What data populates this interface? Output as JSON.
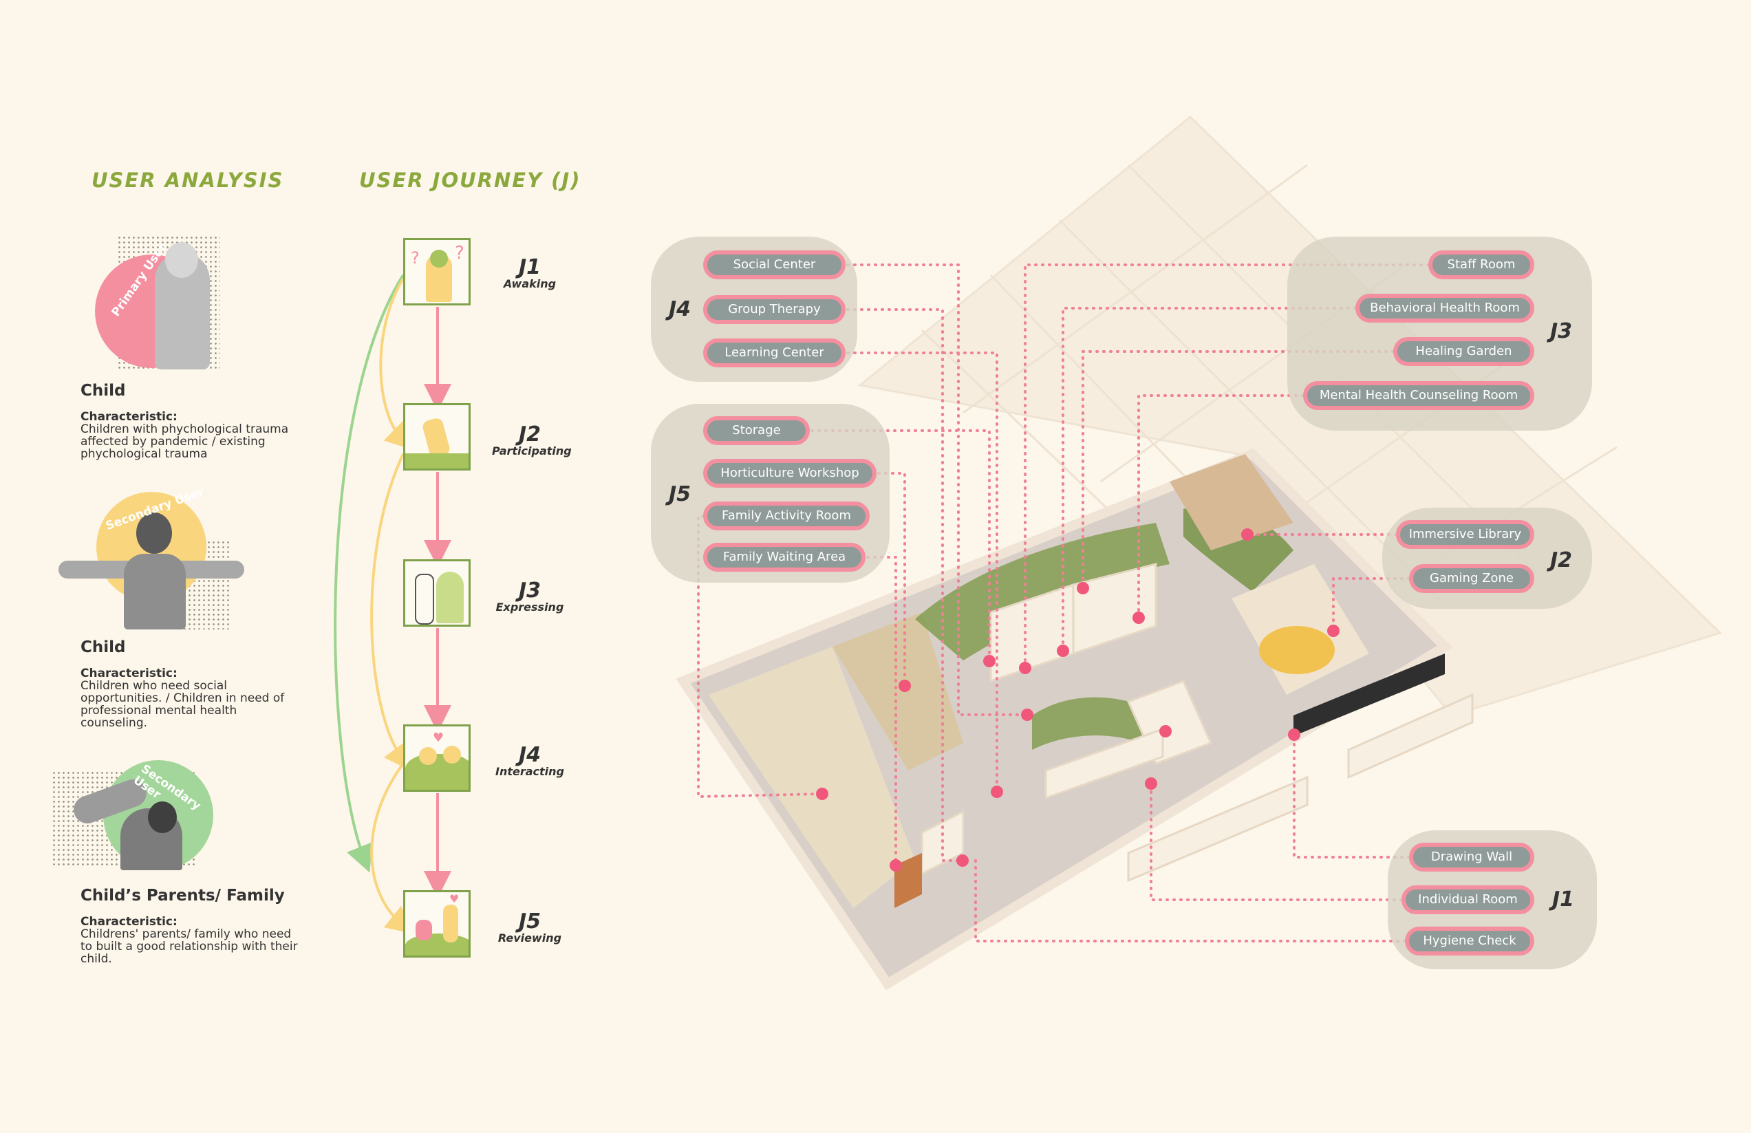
{
  "user_analysis": {
    "title": "USER ANALYSIS",
    "users": [
      {
        "badge": "Primary User",
        "name": "Child",
        "characteristic_label": "Characteristic:",
        "characteristic": "Children with phychological trauma affected by pandemic / existing phychological trauma",
        "color": "#f48fa0"
      },
      {
        "badge": "Secondary User",
        "name": "Child",
        "characteristic_label": "Characteristic:",
        "characteristic": "Children who need social opportunities. / Children in need of professional mental health counseling.",
        "color": "#f9d57e"
      },
      {
        "badge": "Secondary User",
        "name": "Child’s Parents/ Family",
        "characteristic_label": "Characteristic:",
        "characteristic": "Childrens' parents/ family who need to built a good relationship with their child.",
        "color": "#a3d69a"
      }
    ]
  },
  "user_journey": {
    "title": "USER JOURNEY (J)",
    "steps": [
      {
        "id": "J1",
        "label": "Awaking"
      },
      {
        "id": "J2",
        "label": "Participating"
      },
      {
        "id": "J3",
        "label": "Expressing"
      },
      {
        "id": "J4",
        "label": "Interacting"
      },
      {
        "id": "J5",
        "label": "Reviewing"
      }
    ]
  },
  "zones": {
    "J4": {
      "label": "J4",
      "rooms": [
        "Social Center",
        "Group Therapy",
        "Learning Center"
      ]
    },
    "J5": {
      "label": "J5",
      "rooms": [
        "Storage",
        "Horticulture Workshop",
        "Family Activity Room",
        "Family Waiting Area"
      ]
    },
    "J3": {
      "label": "J3",
      "rooms": [
        "Staff Room",
        "Behavioral Health Room",
        "Healing Garden",
        "Mental Health Counseling Room"
      ]
    },
    "J2": {
      "label": "J2",
      "rooms": [
        "Immersive Library",
        "Gaming Zone"
      ]
    },
    "J1": {
      "label": "J1",
      "rooms": [
        "Drawing Wall",
        "Individual Room",
        "Hygiene Check"
      ]
    }
  },
  "colors": {
    "accent_green": "#8aa83b",
    "pink": "#f48fa0",
    "tag_fill": "#8f9b98",
    "panel": "#d8d3c4",
    "background": "#fdf6ea"
  }
}
